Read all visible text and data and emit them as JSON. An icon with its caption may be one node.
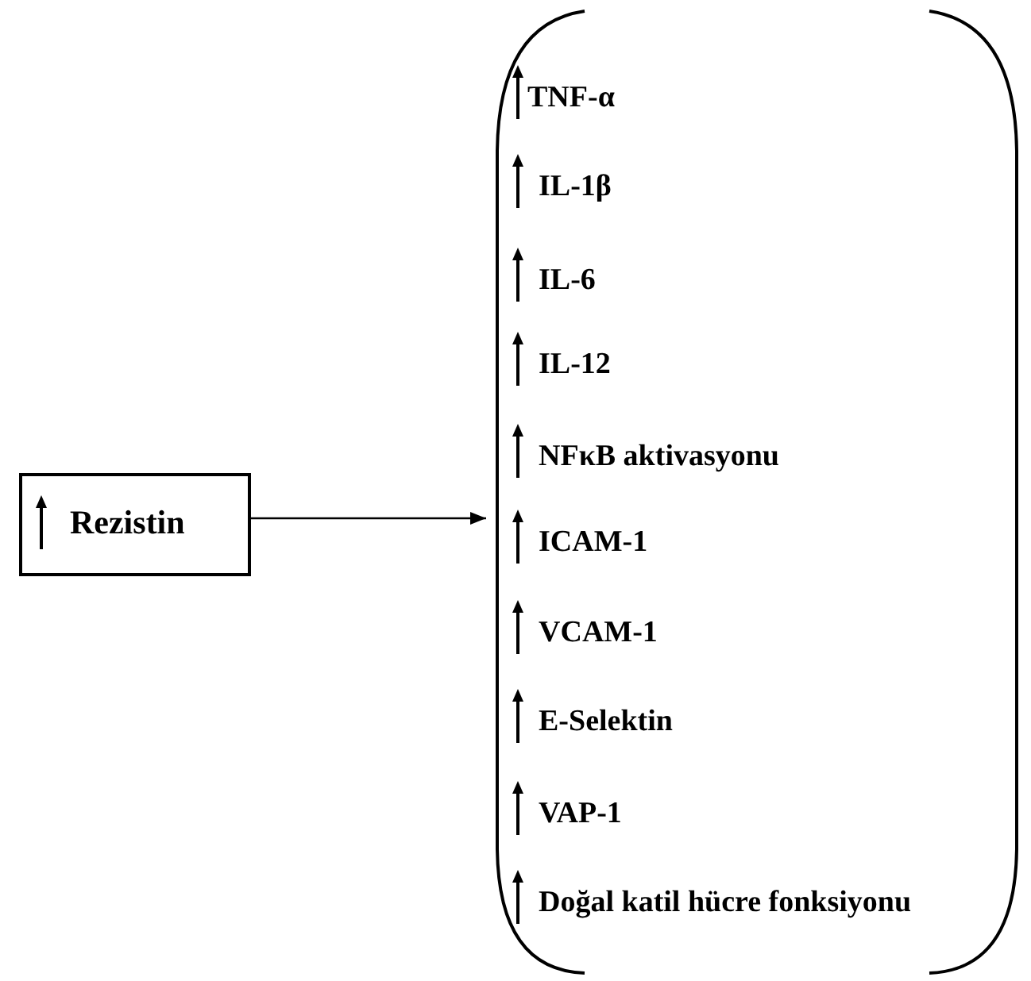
{
  "diagram": {
    "nodes": [
      {
        "text": [
          "Rezistin"
        ]
      },
      {
        "text": [
          "TNF-α",
          "IL-1β",
          "IL-6",
          "IL-12",
          "NFκB aktivasyonu",
          "ICAM-1",
          "VCAM-1",
          "E-Selektin",
          "VAP-1",
          "Doğal katil hücre fonksiyonu"
        ]
      }
    ],
    "edges": [
      {
        "from": 0,
        "to": 1,
        "arrow": "to"
      }
    ]
  }
}
